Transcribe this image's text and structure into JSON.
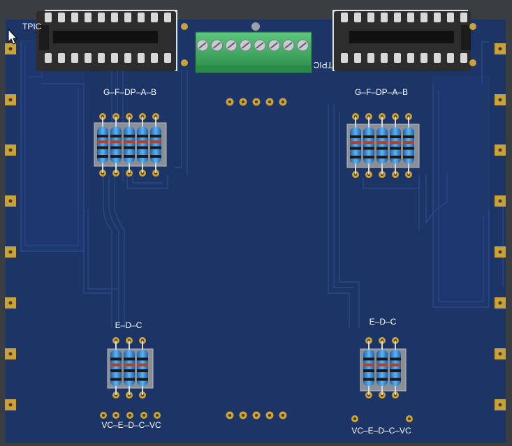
{
  "board": {
    "colors": {
      "background": "#3a3d42",
      "substrate": "#1c3566",
      "trace": "#22407a",
      "trace_edge": "#2b4d8f",
      "pad_gold": "#c9a23c",
      "pad_hole": "#4a3a10",
      "silkscreen": "#ffffff",
      "ic_body": "#2d2d2d",
      "ic_pin": "#d8d8d8",
      "terminal_green": "#35a85a",
      "resistor_blue": "#3a8ed8"
    }
  },
  "labels": {
    "ic_left_ref": "TPIC",
    "ic_right_ref": "TPIC",
    "group_tl": "G–F–DP–A–B",
    "group_tr": "G–F–DP–A–B",
    "group_bl_top": "E–D–C",
    "group_br_top": "E–D–C",
    "group_bl_bottom": "VC–E–D–C–VC",
    "group_br_bottom": "VC–E–D–C–VC"
  },
  "components": {
    "ic_left": "dip-socket-icon",
    "ic_right": "dip-socket-icon",
    "terminal_block": "screw-terminal-icon",
    "resistor": "resistor-icon",
    "pointer": "mouse-cursor-icon"
  }
}
